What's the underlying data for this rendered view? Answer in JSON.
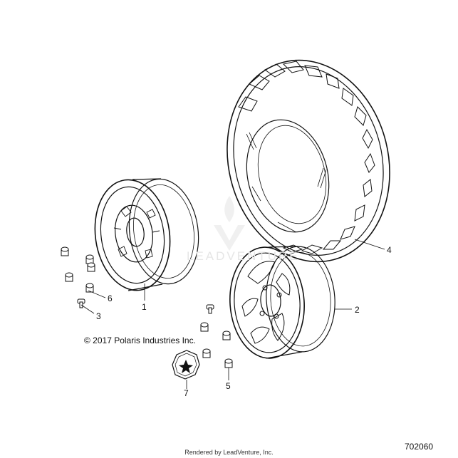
{
  "copyright": "© 2017 Polaris Industries Inc.",
  "diagram_id": "702060",
  "rendered_by": "Rendered by LeadVenture, Inc.",
  "watermark": "LEADVENTURE",
  "callouts": {
    "c1": "1",
    "c2": "2",
    "c3": "3",
    "c4": "4",
    "c5": "5",
    "c6": "6",
    "c7": "7"
  },
  "parts": [
    {
      "callout": "1",
      "name": "front wheel rim"
    },
    {
      "callout": "2",
      "name": "rear wheel rim"
    },
    {
      "callout": "3",
      "name": "valve stem"
    },
    {
      "callout": "4",
      "name": "tire"
    },
    {
      "callout": "5",
      "name": "lug nut"
    },
    {
      "callout": "6",
      "name": "lug nut"
    },
    {
      "callout": "7",
      "name": "center cap"
    }
  ]
}
